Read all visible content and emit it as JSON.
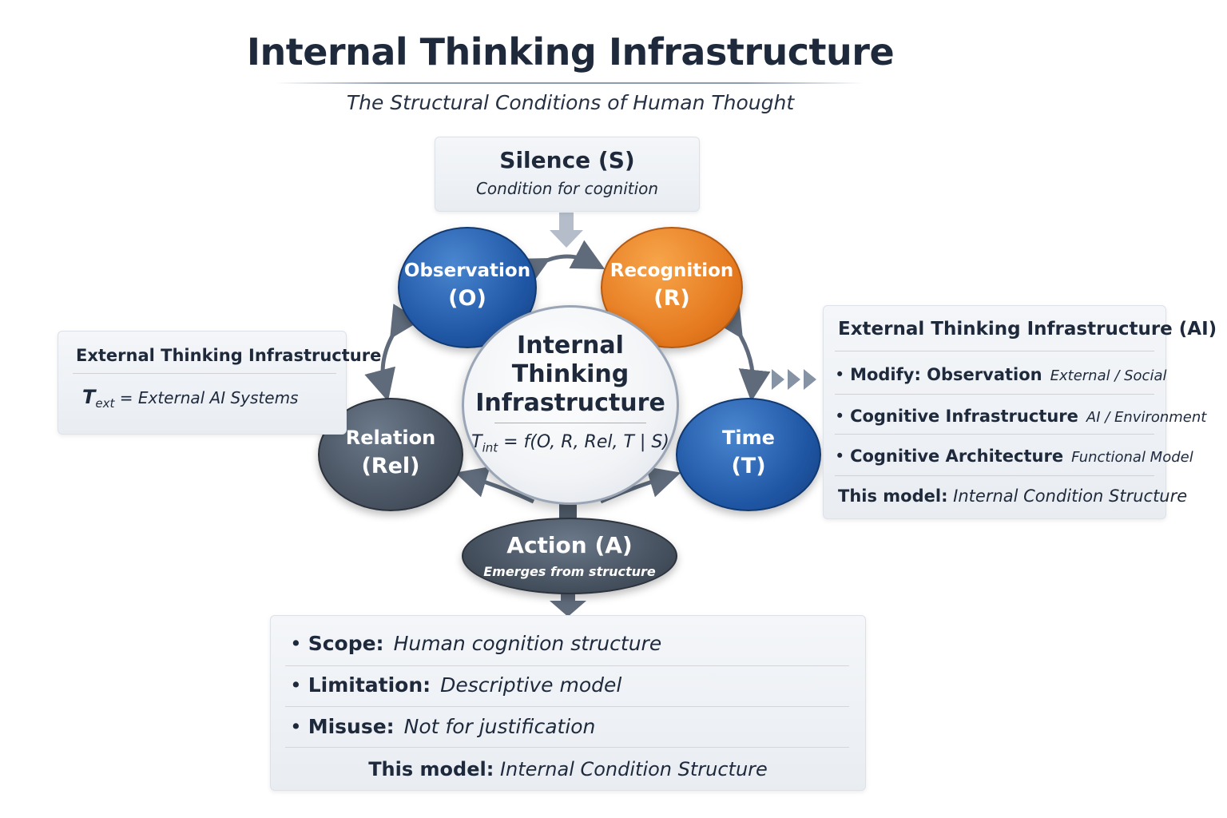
{
  "title": "Internal Thinking Infrastructure",
  "subtitle": "The Structural Conditions of Human Thought",
  "silence": {
    "title": "Silence (S)",
    "subtitle": "Condition for cognition"
  },
  "nodes": {
    "observation": {
      "name": "Observation",
      "symbol": "(O)"
    },
    "recognition": {
      "name": "Recognition",
      "symbol": "(R)"
    },
    "relation": {
      "name": "Relation",
      "symbol": "(Rel)"
    },
    "time": {
      "name": "Time",
      "symbol": "(T)"
    }
  },
  "center": {
    "line1": "Internal",
    "line2": "Thinking",
    "line3": "Infrastructure",
    "formula_T": "T",
    "formula_sub": "int",
    "formula_rest": " = f(O, R, Rel, T | S)"
  },
  "action": {
    "title": "Action (A)",
    "subtitle": "Emerges from structure"
  },
  "left_panel": {
    "title": "External Thinking Infrastructure",
    "formula_T": "T",
    "formula_sub": "ext",
    "formula_rest": "  =  External AI Systems"
  },
  "right_panel": {
    "title": "External Thinking Infrastructure (AI)",
    "items": [
      {
        "label": "Modify: Observation",
        "value": "External / Social"
      },
      {
        "label": "Cognitive Infrastructure",
        "value": "AI / Environment"
      },
      {
        "label": "Cognitive Architecture",
        "value": "Functional Model"
      }
    ],
    "footer_label": "This model:",
    "footer_value": "Internal Condition Structure"
  },
  "bottom_panel": {
    "items": [
      {
        "label": "Scope:",
        "value": "Human cognition structure"
      },
      {
        "label": "Limitation:",
        "value": "Descriptive model"
      },
      {
        "label": "Misuse:",
        "value": "Not for justification"
      }
    ],
    "footer_label": "This model:",
    "footer_value": "Internal Condition Structure"
  },
  "colors": {
    "observation": "#1e55a3",
    "recognition": "#e5791f",
    "relation": "#46505e",
    "time": "#1e55a3",
    "arrow": "#5f6b7b",
    "text": "#1e2a3c"
  },
  "icons": {
    "bullet": "bullet-dot",
    "forward": "triple-chevron-right-icon"
  }
}
